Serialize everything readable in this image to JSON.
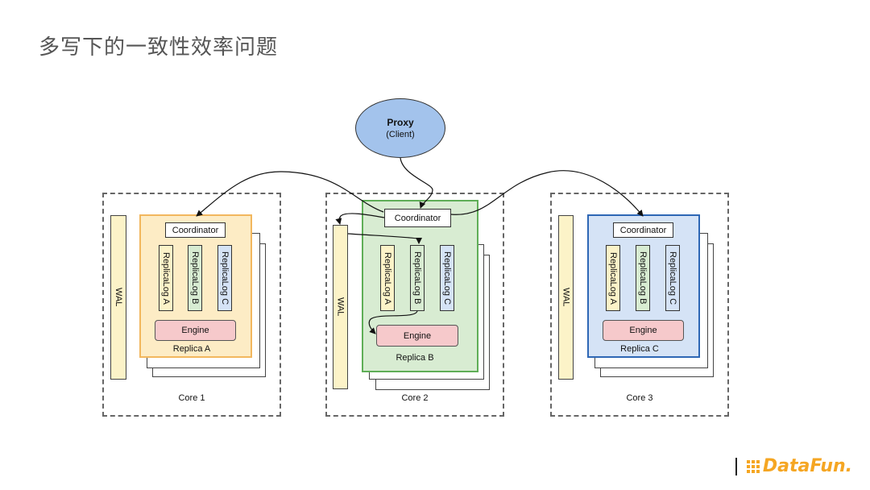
{
  "title": "多写下的一致性效率问题",
  "proxy": {
    "name": "Proxy",
    "sub": "(Client)"
  },
  "cores": [
    {
      "label": "Core 1",
      "wal": "WAL",
      "replica": "Replica A",
      "coordinator": "Coordinator",
      "logs": [
        "ReplicaLog A",
        "ReplicaLog B",
        "ReplicaLog C"
      ],
      "engine": "Engine",
      "color": "#fdecc5"
    },
    {
      "label": "Core 2",
      "wal": "WAL",
      "replica": "Replica B",
      "coordinator": "Coordinator",
      "logs": [
        "ReplicaLog A",
        "ReplicaLog B",
        "ReplicaLog C"
      ],
      "engine": "Engine",
      "color": "#d8ecd2"
    },
    {
      "label": "Core 3",
      "wal": "WAL",
      "replica": "Replica C",
      "coordinator": "Coordinator",
      "logs": [
        "ReplicaLog A",
        "ReplicaLog B",
        "ReplicaLog C"
      ],
      "engine": "Engine",
      "color": "#d5e3f6"
    }
  ],
  "logo": {
    "text": "DataFun."
  }
}
